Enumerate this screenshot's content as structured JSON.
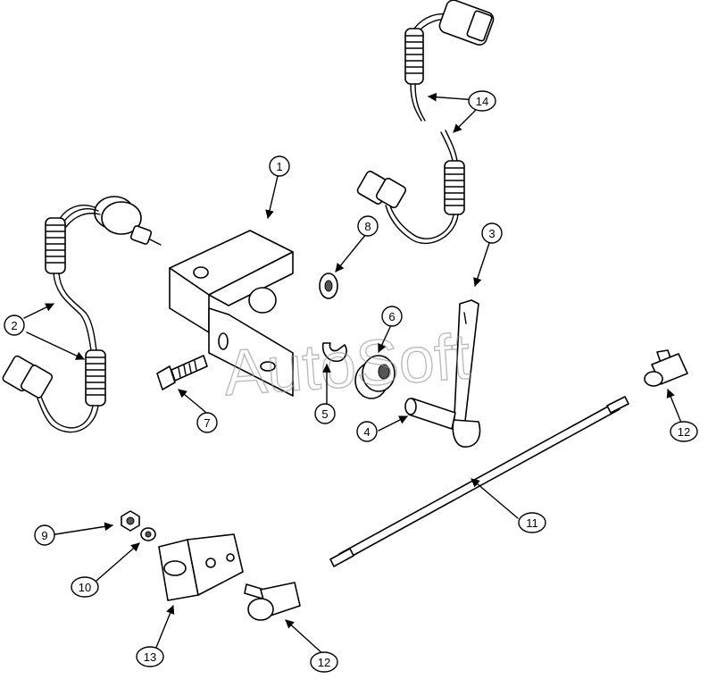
{
  "watermark": "AutoSoft",
  "callouts": [
    {
      "id": "c1",
      "label": "1"
    },
    {
      "id": "c2",
      "label": "2"
    },
    {
      "id": "c3",
      "label": "3"
    },
    {
      "id": "c4",
      "label": "4"
    },
    {
      "id": "c5",
      "label": "5"
    },
    {
      "id": "c6",
      "label": "6"
    },
    {
      "id": "c7",
      "label": "7"
    },
    {
      "id": "c8",
      "label": "8"
    },
    {
      "id": "c9",
      "label": "9"
    },
    {
      "id": "c10",
      "label": "10"
    },
    {
      "id": "c11",
      "label": "11"
    },
    {
      "id": "c12a",
      "label": "12"
    },
    {
      "id": "c12b",
      "label": "12"
    },
    {
      "id": "c13",
      "label": "13"
    },
    {
      "id": "c14",
      "label": "14"
    }
  ]
}
